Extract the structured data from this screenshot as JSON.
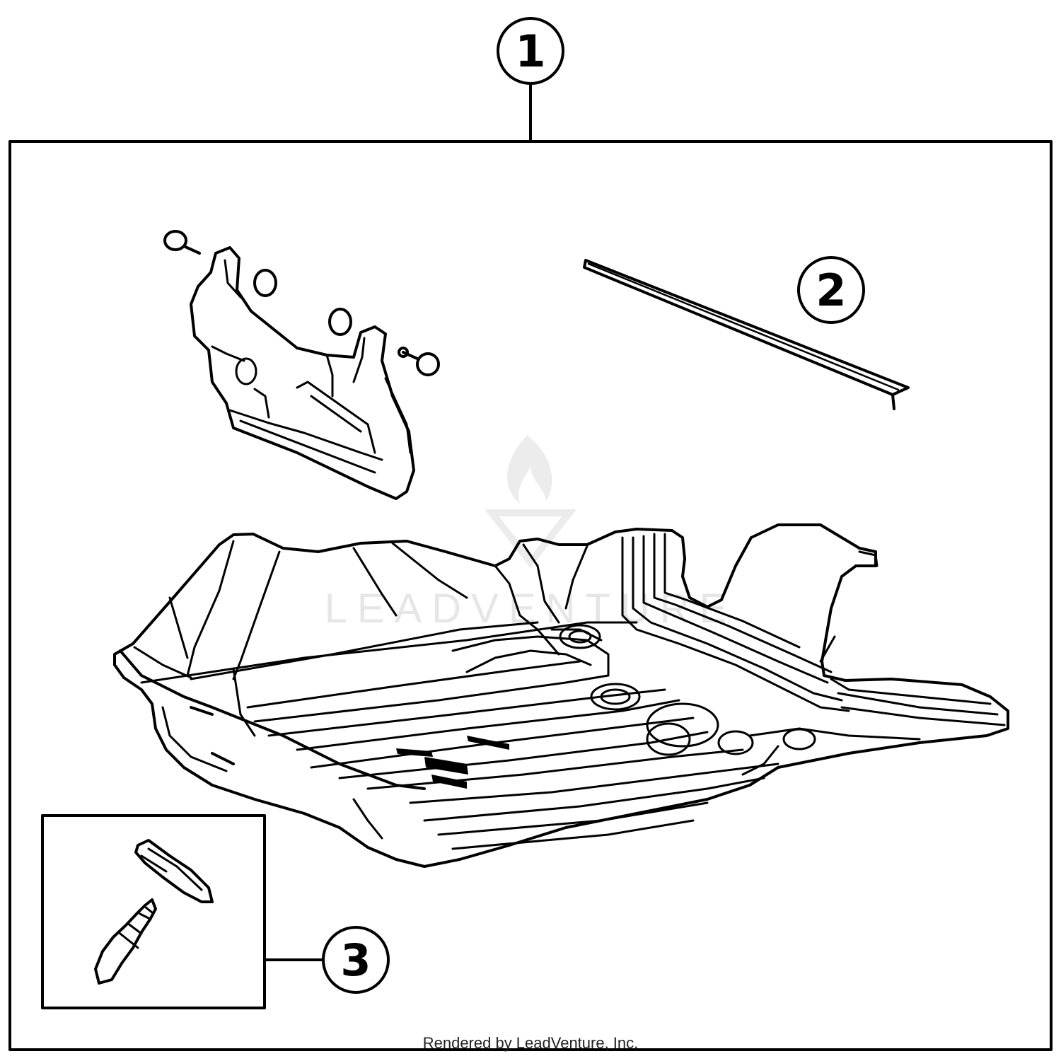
{
  "callouts": [
    {
      "number": "1"
    },
    {
      "number": "2"
    },
    {
      "number": "3"
    }
  ],
  "watermark": {
    "text": "LEADVENTURE"
  },
  "footer": {
    "text": "Rendered by LeadVenture, Inc."
  }
}
